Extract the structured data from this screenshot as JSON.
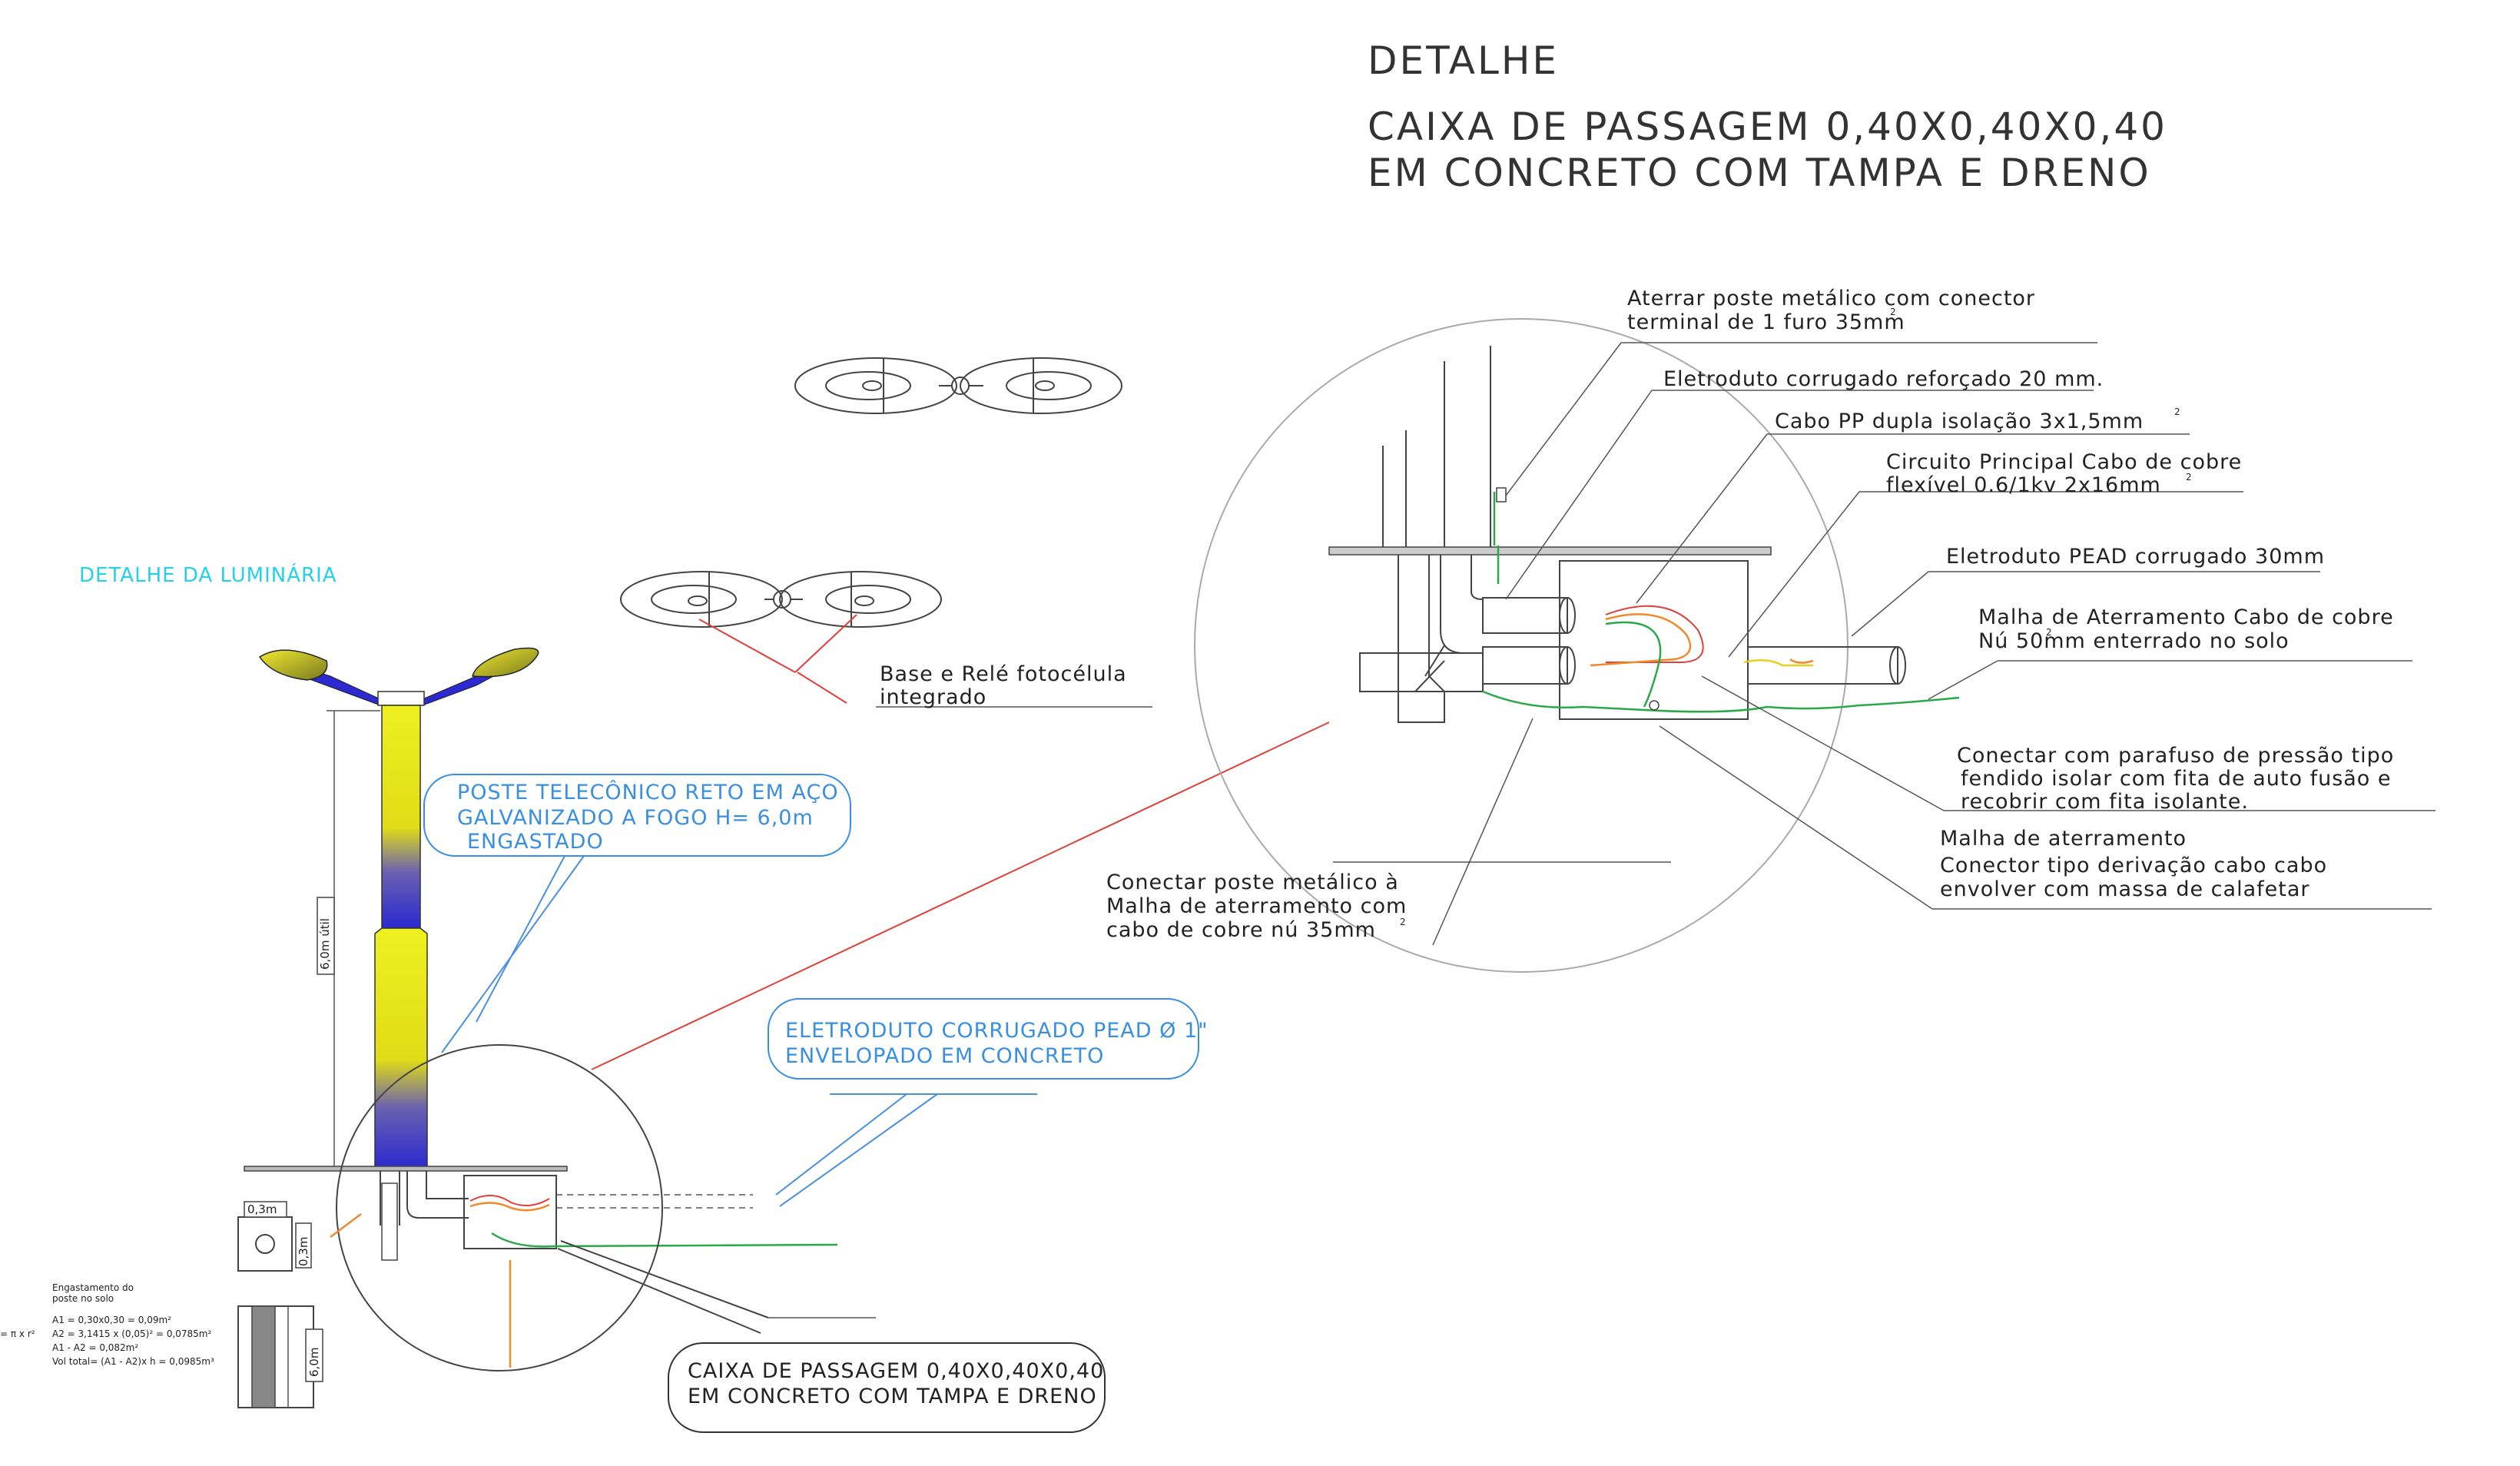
{
  "title": {
    "line1": "DETALHE",
    "line2": "CAIXA DE PASSAGEM 0,40X0,40X0,40",
    "line3": "EM CONCRETO COM TAMPA E DRENO"
  },
  "luminaire": {
    "heading": "DETALHE DA LUMINÁRIA",
    "relay_label_1": "Base e Relé fotocélula",
    "relay_label_2": "integrado"
  },
  "pole": {
    "callout_1": "POSTE TELECÔNICO RETO EM AÇO",
    "callout_2": "GALVANIZADO A FOGO H= 6,0m",
    "callout_3": "ENGASTADO",
    "height_dim": "6,0m  útil",
    "conduit_1": "ELETRODUTO CORRUGADO PEAD Ø 1\"",
    "conduit_2": "ENVELOPADO EM CONCRETO",
    "box_1": "CAIXA DE PASSAGEM 0,40X0,40X0,40",
    "box_2": "EM CONCRETO COM TAMPA E DRENO"
  },
  "embed": {
    "dim_top": "0,3m",
    "dim_side": "0,3m",
    "dim_depth": "6,0m",
    "calc_title_1": "Engastamento do",
    "calc_title_2": "poste no solo",
    "calc_1": "A1 = 0,30x0,30 = 0,09m²",
    "calc_2": "A2 = 3,1415 x (0,05)² = 0,0785m²",
    "calc_3": "A1 - A2 = 0,082m²",
    "calc_4": "Vol total= (A1 - A2)x h = 0,0985m³",
    "calc_side": "= π x r²"
  },
  "detail_labels": {
    "ground_pole_1": "Aterrar poste metálico com conector",
    "ground_pole_2": "terminal de 1 furo 35mm",
    "conduit_20": "Eletroduto corrugado reforçado 20 mm.",
    "cable_pp": "Cabo PP dupla isolação 3x1,5mm",
    "main_circuit_1": "Circuito Principal Cabo de cobre",
    "main_circuit_2": "flexível 0.6/1kv 2x16mm",
    "pead_30": "Eletroduto PEAD corrugado 30mm",
    "mesh_1": "Malha de Aterramento Cabo de cobre",
    "mesh_2": "Nú 50mm   enterrado no solo",
    "screw_1": "Conectar com parafuso de pressão tipo",
    "screw_2": "fendido isolar com fita de auto fusão e",
    "screw_3": "recobrir com fita isolante.",
    "mesh_only": "Malha de aterramento",
    "connector_1": "Conector tipo derivação cabo cabo",
    "connector_2": "envolver com massa de calafetar",
    "pole_mesh_1": "Conectar poste metálico à",
    "pole_mesh_2": "Malha de aterramento com",
    "pole_mesh_3": "cabo de cobre nú 35mm",
    "sup2": "2"
  },
  "colors": {
    "pole_yellow": "#e8e020",
    "pole_blue": "#2a2ad0",
    "callout_blue": "#3a8fe0",
    "heading_cyan": "#25d0e8",
    "leader_red": "#e0403a",
    "ground_green": "#2aa84a"
  }
}
